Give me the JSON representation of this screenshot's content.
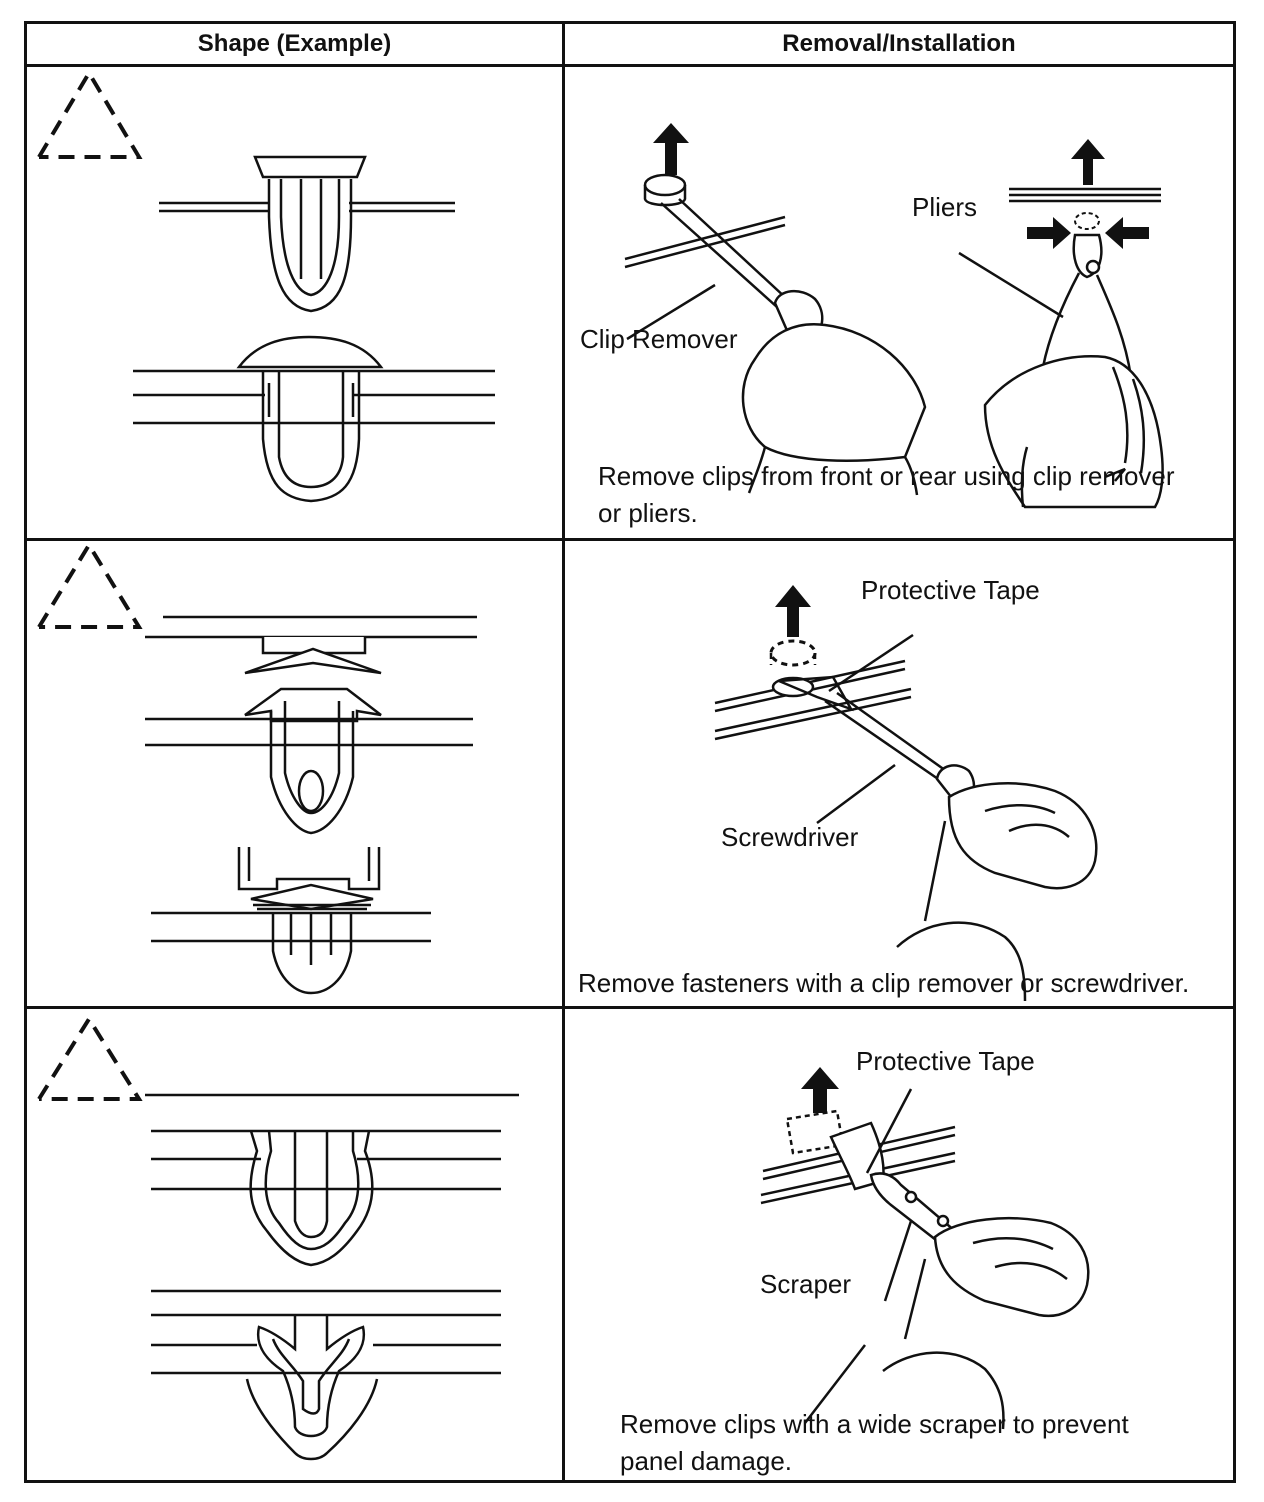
{
  "table": {
    "headers": {
      "shape": "Shape (Example)",
      "removal": "Removal/Installation"
    },
    "rows": [
      {
        "shape_icon": "dashed-triangle-warning-icon",
        "labels": {
          "clip_remover": "Clip Remover",
          "pliers": "Pliers"
        },
        "caption_line1": "Remove clips from front or rear using clip remover",
        "caption_line2": "or pliers."
      },
      {
        "shape_icon": "dashed-triangle-warning-icon",
        "labels": {
          "protective_tape": "Protective Tape",
          "screwdriver": "Screwdriver"
        },
        "caption_line1": "Remove fasteners with a clip remover or screwdriver."
      },
      {
        "shape_icon": "dashed-triangle-warning-icon",
        "labels": {
          "protective_tape": "Protective Tape",
          "scraper": "Scraper"
        },
        "caption_line1": "Remove clips with a wide scraper to prevent",
        "caption_line2": "panel damage."
      }
    ]
  }
}
